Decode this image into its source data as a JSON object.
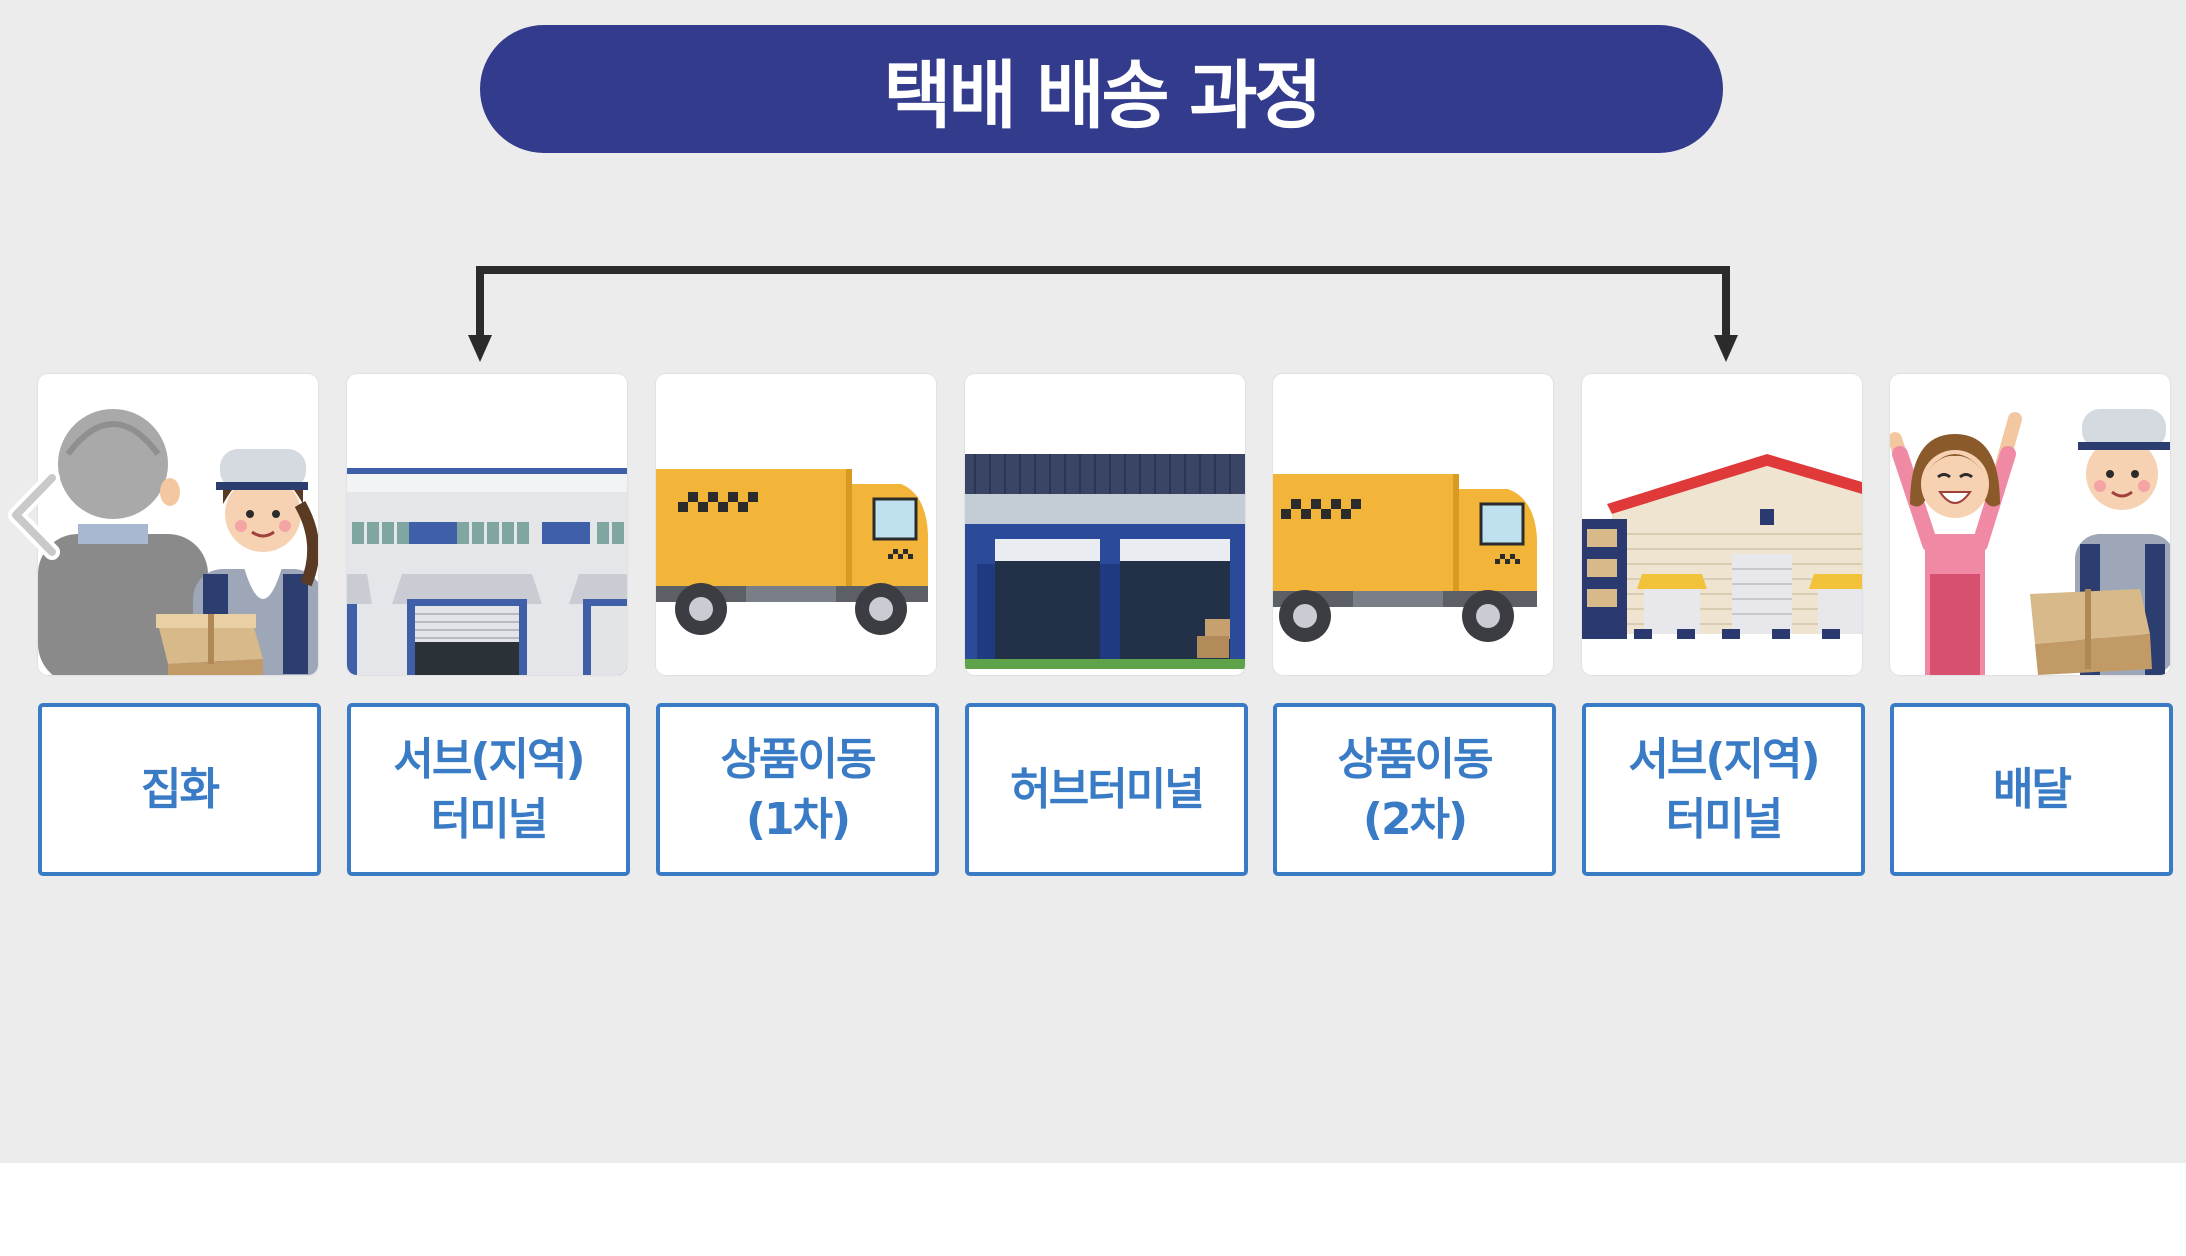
{
  "title": "택배 배송 과정",
  "steps": [
    {
      "label": "집화",
      "icon": "courier-pickup-icon"
    },
    {
      "label": "서브(지역)\n터미널",
      "icon": "terminal-building-icon"
    },
    {
      "label": "상품이동\n(1차)",
      "icon": "delivery-truck-icon"
    },
    {
      "label": "허브터미널",
      "icon": "hub-terminal-icon"
    },
    {
      "label": "상품이동\n(2차)",
      "icon": "delivery-truck-icon"
    },
    {
      "label": "서브(지역)\n터미널",
      "icon": "warehouse-icon"
    },
    {
      "label": "배달",
      "icon": "delivery-handover-icon"
    }
  ],
  "colors": {
    "title_bg": "#323b8c",
    "label_border": "#3a7bc6",
    "label_text": "#3a7bc6",
    "background": "#ececec",
    "bracket": "#2b2b2b",
    "truck": "#f2b53a"
  }
}
